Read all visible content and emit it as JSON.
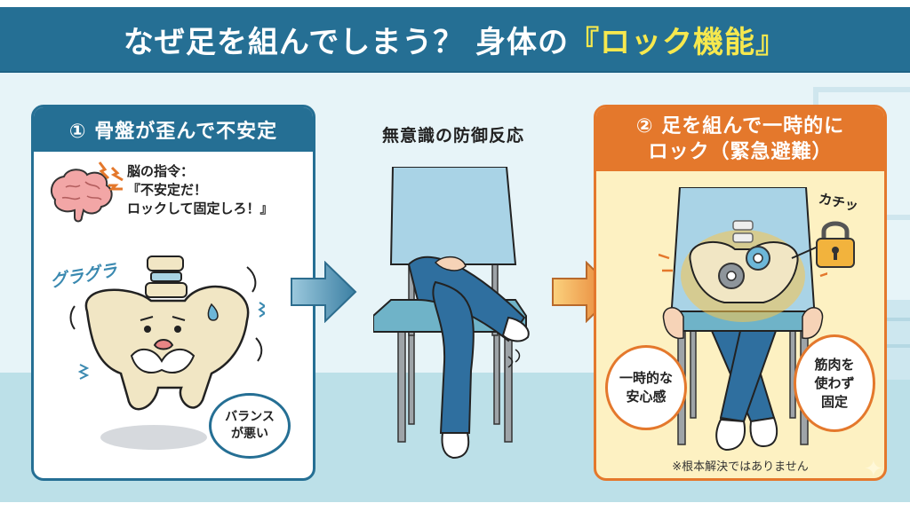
{
  "title": {
    "main": "なぜ足を組んでしまう？ 身体の",
    "highlight": "『ロック機能』"
  },
  "panel1": {
    "header": "① 骨盤が歪んで不安定",
    "brain_label": "脳の指令：",
    "brain_line1": "『不安定だ！",
    "brain_line2": "ロックして固定しろ！』",
    "shake_label": "グラグラ",
    "bubble_line1": "バランス",
    "bubble_line2": "が悪い"
  },
  "middle": {
    "label": "無意識の防御反応"
  },
  "panel2": {
    "header_line1": "② 足を組んで一時的に",
    "header_line2": "ロック（緊急避難）",
    "click_sfx": "カチッ",
    "bubble_left_line1": "一時的な",
    "bubble_left_line2": "安心感",
    "bubble_right_line1": "筋肉を",
    "bubble_right_line2": "使わず",
    "bubble_right_line3": "固定",
    "note": "※根本解決ではありません"
  },
  "colors": {
    "title_bg": "#256F94",
    "title_highlight": "#F6E84E",
    "panel1_accent": "#256F94",
    "panel2_accent": "#E4782C",
    "panel2_bg": "#FDF1C2",
    "background": "#E7F4F8",
    "floor": "#BCE0E8"
  },
  "icons": [
    "brain-icon",
    "lightning-icon",
    "pelvis-icon",
    "sweat-drop-icon",
    "arrow-right-icon",
    "seated-person-icon",
    "gear-icon",
    "padlock-icon",
    "sparkle-icon"
  ]
}
